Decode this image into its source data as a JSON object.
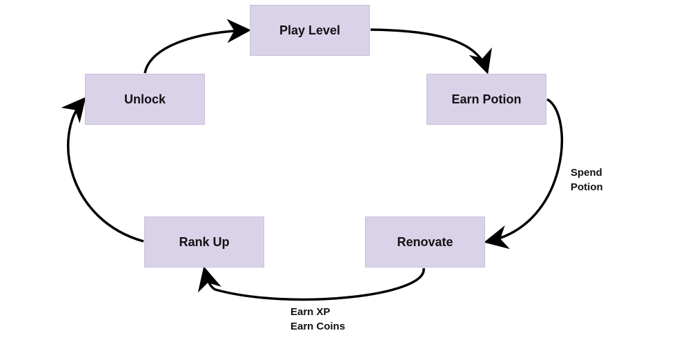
{
  "nodes": {
    "play_level": "Play Level",
    "earn_potion": "Earn Potion",
    "renovate": "Renovate",
    "rank_up": "Rank Up",
    "unlock": "Unlock"
  },
  "edges": {
    "spend_potion": {
      "line1": "Spend",
      "line2": "Potion"
    },
    "earn_rewards": {
      "line1": "Earn XP",
      "line2": "Earn Coins"
    }
  },
  "colors": {
    "node_fill": "#d9d2e9",
    "arrow": "#000000"
  }
}
